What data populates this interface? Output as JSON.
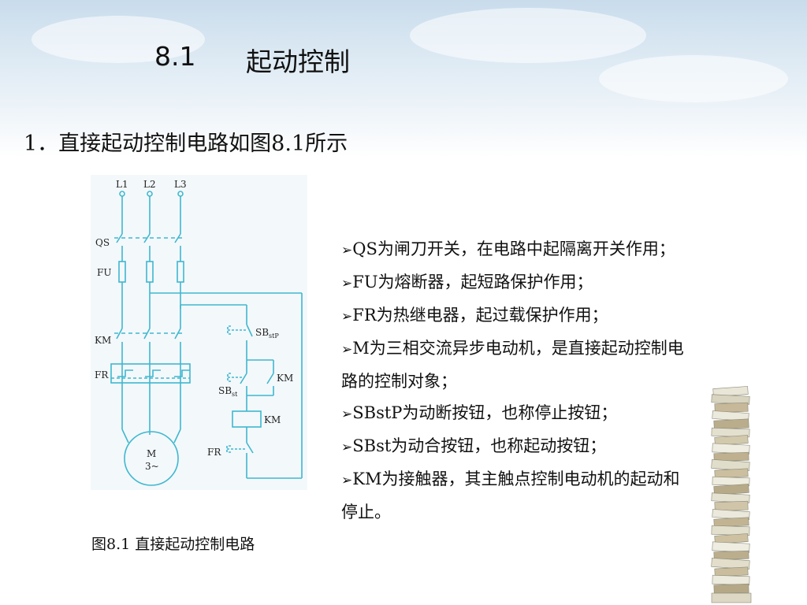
{
  "slide": {
    "title_number": "8.1",
    "title": "起动控制",
    "subtitle": "1．直接起动控制电路如图8.1所示"
  },
  "diagram": {
    "labels": {
      "l1": "L1",
      "l2": "L2",
      "l3": "L3",
      "qs": "QS",
      "fu": "FU",
      "km": "KM",
      "fr": "FR",
      "motor": "M",
      "motor_phase": "3~",
      "sbstp_main": "SB",
      "sbstp_sub": "stP",
      "sbst_main": "SB",
      "sbst_sub": "st",
      "km_contact": "KM",
      "km_coil": "KM",
      "fr_contact": "FR"
    },
    "colors": {
      "line": "#3fb8cf",
      "text": "#222222"
    }
  },
  "caption": "图8.1  直接起动控制电路",
  "bullets": [
    {
      "marker": "➢",
      "text": "QS为闸刀开关，在电路中起隔离开关作用；"
    },
    {
      "marker": "➢",
      "text": "FU为熔断器，起短路保护作用；"
    },
    {
      "marker": "➢",
      "text": "FR为热继电器，起过载保护作用；"
    },
    {
      "marker": "➢",
      "text": "M为三相交流异步电动机，是直接起动控制电",
      "continuation": "路的控制对象；"
    },
    {
      "marker": "➢",
      "text": "SBstP为动断按钮，也称停止按钮；"
    },
    {
      "marker": "➢",
      "text": "SBst为动合按钮，也称起动按钮；"
    },
    {
      "marker": "➢",
      "text": "KM为接触器，其主触点控制电动机的起动和",
      "continuation": "停止。"
    }
  ]
}
